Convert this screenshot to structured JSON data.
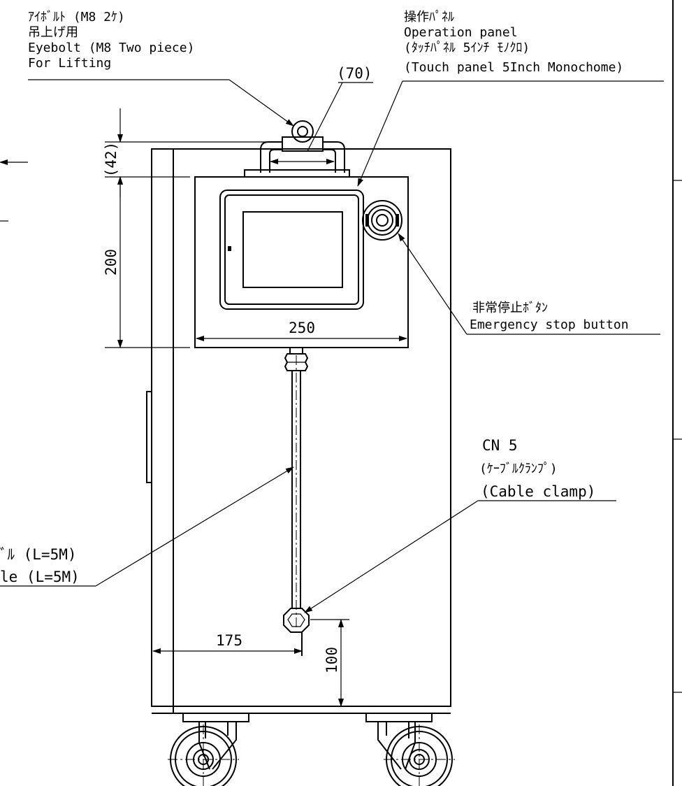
{
  "callouts": {
    "eyebolt": {
      "line1": "ｱｲﾎﾞﾙﾄ (M8 2ｹ)",
      "line2": "吊上げ用",
      "line3": "Eyebolt (M8 Two piece)",
      "line4": "For Lifting"
    },
    "operation_panel": {
      "line1": "操作ﾊﾟﾈﾙ",
      "line2": "Operation panel",
      "line3": "(ﾀｯﾁﾊﾟﾈﾙ 5ｲﾝﾁ ﾓﾉｸﾛ)",
      "line4": "(Touch panel 5Inch Monochome)"
    },
    "emergency_stop": {
      "line1": "非常停止ﾎﾞﾀﾝ",
      "line2": "Emergency stop button"
    },
    "cable_clamp": {
      "line1": "CN 5",
      "line2": "(ｹｰﾌﾞﾙｸﾗﾝﾌﾟ)",
      "line3": "(Cable clamp)"
    },
    "cable": {
      "line1": "ﾞﾙ (L=5M)",
      "line2": "le (L=5M)"
    }
  },
  "dimensions": {
    "eyebolt_width": "(70)",
    "eyebolt_height": "(42)",
    "panel_height": "200",
    "panel_width": "250",
    "clamp_offset": "175",
    "clamp_height": "100"
  }
}
